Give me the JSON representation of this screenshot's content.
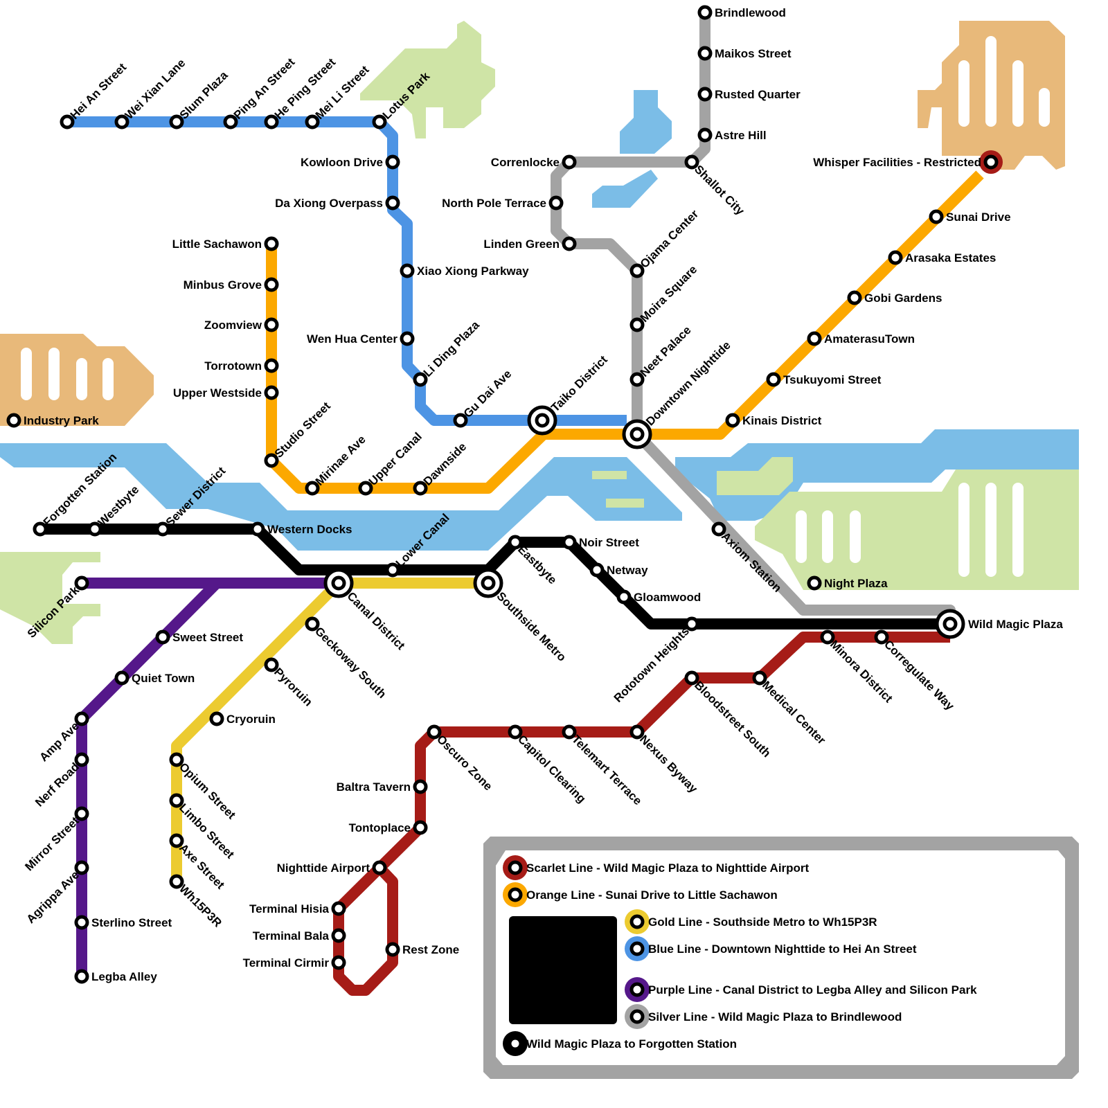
{
  "colors": {
    "scarlet": "#a61c17",
    "orange": "#fca800",
    "gold": "#eccb30",
    "blue": "#4d94e4",
    "purple": "#55188a",
    "silver": "#a3a3a3",
    "black": "#000000",
    "water": "#7bbde7",
    "park": "#cfe4a6",
    "urban": "#e8b97a"
  },
  "stations": [
    {
      "name": "Hei An Street",
      "line": "blue"
    },
    {
      "name": "Wei Xian Lane",
      "line": "blue"
    },
    {
      "name": "Slum Plaza",
      "line": "blue"
    },
    {
      "name": "Ping An Street",
      "line": "blue"
    },
    {
      "name": "He Ping Street",
      "line": "blue"
    },
    {
      "name": "Mei Li Street",
      "line": "blue"
    },
    {
      "name": "Lotus Park",
      "line": "blue"
    },
    {
      "name": "Kowloon Drive",
      "line": "blue"
    },
    {
      "name": "Da Xiong Overpass",
      "line": "blue"
    },
    {
      "name": "Xiao Xiong Parkway",
      "line": "blue"
    },
    {
      "name": "Wen Hua Center",
      "line": "blue"
    },
    {
      "name": "Li Ding Plaza",
      "line": "blue"
    },
    {
      "name": "Gu Dai Ave",
      "line": "blue"
    },
    {
      "name": "Taiko District",
      "line": "blue"
    },
    {
      "name": "Little Sachawon",
      "line": "orange"
    },
    {
      "name": "Minbus Grove",
      "line": "orange"
    },
    {
      "name": "Zoomview",
      "line": "orange"
    },
    {
      "name": "Torrotown",
      "line": "orange"
    },
    {
      "name": "Upper Westside",
      "line": "orange"
    },
    {
      "name": "Studio Street",
      "line": "orange"
    },
    {
      "name": "Mirinae Ave",
      "line": "orange"
    },
    {
      "name": "Upper Canal",
      "line": "orange"
    },
    {
      "name": "Dawnside",
      "line": "orange"
    },
    {
      "name": "Downtown Nighttide",
      "line": "orange"
    },
    {
      "name": "Kinais District",
      "line": "orange"
    },
    {
      "name": "Tsukuyomi Street",
      "line": "orange"
    },
    {
      "name": "AmaterasuTown",
      "line": "orange"
    },
    {
      "name": "Gobi Gardens",
      "line": "orange"
    },
    {
      "name": "Arasaka Estates",
      "line": "orange"
    },
    {
      "name": "Sunai Drive",
      "line": "orange"
    },
    {
      "name": "Whisper Facilities - Restricted",
      "line": "scarlet"
    },
    {
      "name": "Brindlewood",
      "line": "silver"
    },
    {
      "name": "Maikos Street",
      "line": "silver"
    },
    {
      "name": "Rusted Quarter",
      "line": "silver"
    },
    {
      "name": "Astre Hill",
      "line": "silver"
    },
    {
      "name": "Shallot City",
      "line": "silver"
    },
    {
      "name": "Correnlocke",
      "line": "silver"
    },
    {
      "name": "North Pole Terrace",
      "line": "silver"
    },
    {
      "name": "Linden Green",
      "line": "silver"
    },
    {
      "name": "Ojama Center",
      "line": "silver"
    },
    {
      "name": "Moira Square",
      "line": "silver"
    },
    {
      "name": "Neet Palace",
      "line": "silver"
    },
    {
      "name": "Axiom Station",
      "line": "silver"
    },
    {
      "name": "Wild Magic Plaza",
      "line": "silver"
    },
    {
      "name": "Forgotten Station",
      "line": "black"
    },
    {
      "name": "Westbyte",
      "line": "black"
    },
    {
      "name": "Sewer District",
      "line": "black"
    },
    {
      "name": "Western Docks",
      "line": "black"
    },
    {
      "name": "Canal District",
      "line": "black"
    },
    {
      "name": "Lower Canal",
      "line": "black"
    },
    {
      "name": "Southside Metro",
      "line": "black"
    },
    {
      "name": "Eastbyte",
      "line": "black"
    },
    {
      "name": "Noir Street",
      "line": "black"
    },
    {
      "name": "Netway",
      "line": "black"
    },
    {
      "name": "Gloamwood",
      "line": "black"
    },
    {
      "name": "Rototown Heights",
      "line": "black"
    },
    {
      "name": "Minora District",
      "line": "scarlet"
    },
    {
      "name": "Corregulate Way",
      "line": "scarlet"
    },
    {
      "name": "Medical Center",
      "line": "scarlet"
    },
    {
      "name": "Bloodstreet South",
      "line": "scarlet"
    },
    {
      "name": "Nexus Byway",
      "line": "scarlet"
    },
    {
      "name": "Telemart Terrace",
      "line": "scarlet"
    },
    {
      "name": "Capitol Clearing",
      "line": "scarlet"
    },
    {
      "name": "Oscuro Zone",
      "line": "scarlet"
    },
    {
      "name": "Baltra Tavern",
      "line": "scarlet"
    },
    {
      "name": "Tontoplace",
      "line": "scarlet"
    },
    {
      "name": "Nighttide Airport",
      "line": "scarlet"
    },
    {
      "name": "Terminal Hisia",
      "line": "scarlet"
    },
    {
      "name": "Terminal Bala",
      "line": "scarlet"
    },
    {
      "name": "Terminal Cirmir",
      "line": "scarlet"
    },
    {
      "name": "Rest Zone",
      "line": "scarlet"
    },
    {
      "name": "Geckoway South",
      "line": "gold"
    },
    {
      "name": "Pyroruin",
      "line": "gold"
    },
    {
      "name": "Cryoruin",
      "line": "gold"
    },
    {
      "name": "Opium Street",
      "line": "gold"
    },
    {
      "name": "Limbo Street",
      "line": "gold"
    },
    {
      "name": "Axe Street",
      "line": "gold"
    },
    {
      "name": "Wh15P3R",
      "line": "gold"
    },
    {
      "name": "Silicon Park",
      "line": "purple"
    },
    {
      "name": "Sweet Street",
      "line": "purple"
    },
    {
      "name": "Quiet Town",
      "line": "purple"
    },
    {
      "name": "Amp Ave",
      "line": "purple"
    },
    {
      "name": "Nerf Road",
      "line": "purple"
    },
    {
      "name": "Mirror Street",
      "line": "purple"
    },
    {
      "name": "Agrippa Ave",
      "line": "purple"
    },
    {
      "name": "Sterlino Street",
      "line": "purple"
    },
    {
      "name": "Legba Alley",
      "line": "purple"
    },
    {
      "name": "Industry Park",
      "line": "none"
    },
    {
      "name": "Night Plaza",
      "line": "none"
    }
  ],
  "legend": [
    {
      "label": "Scarlet Line - Wild Magic Plaza to Nighttide Airport",
      "line": "scarlet"
    },
    {
      "label": "Orange Line - Sunai Drive to Little Sachawon",
      "line": "orange"
    },
    {
      "label": "Gold Line - Southside Metro to Wh15P3R",
      "line": "gold"
    },
    {
      "label": "Blue Line - Downtown Nighttide to Hei An Street",
      "line": "blue"
    },
    {
      "label": "Purple Line - Canal District to Legba Alley and Silicon Park",
      "line": "purple"
    },
    {
      "label": "Silver Line - Wild Magic Plaza to Brindlewood",
      "line": "silver"
    },
    {
      "label": "Wild Magic Plaza to Forgotten Station",
      "line": "black"
    }
  ]
}
